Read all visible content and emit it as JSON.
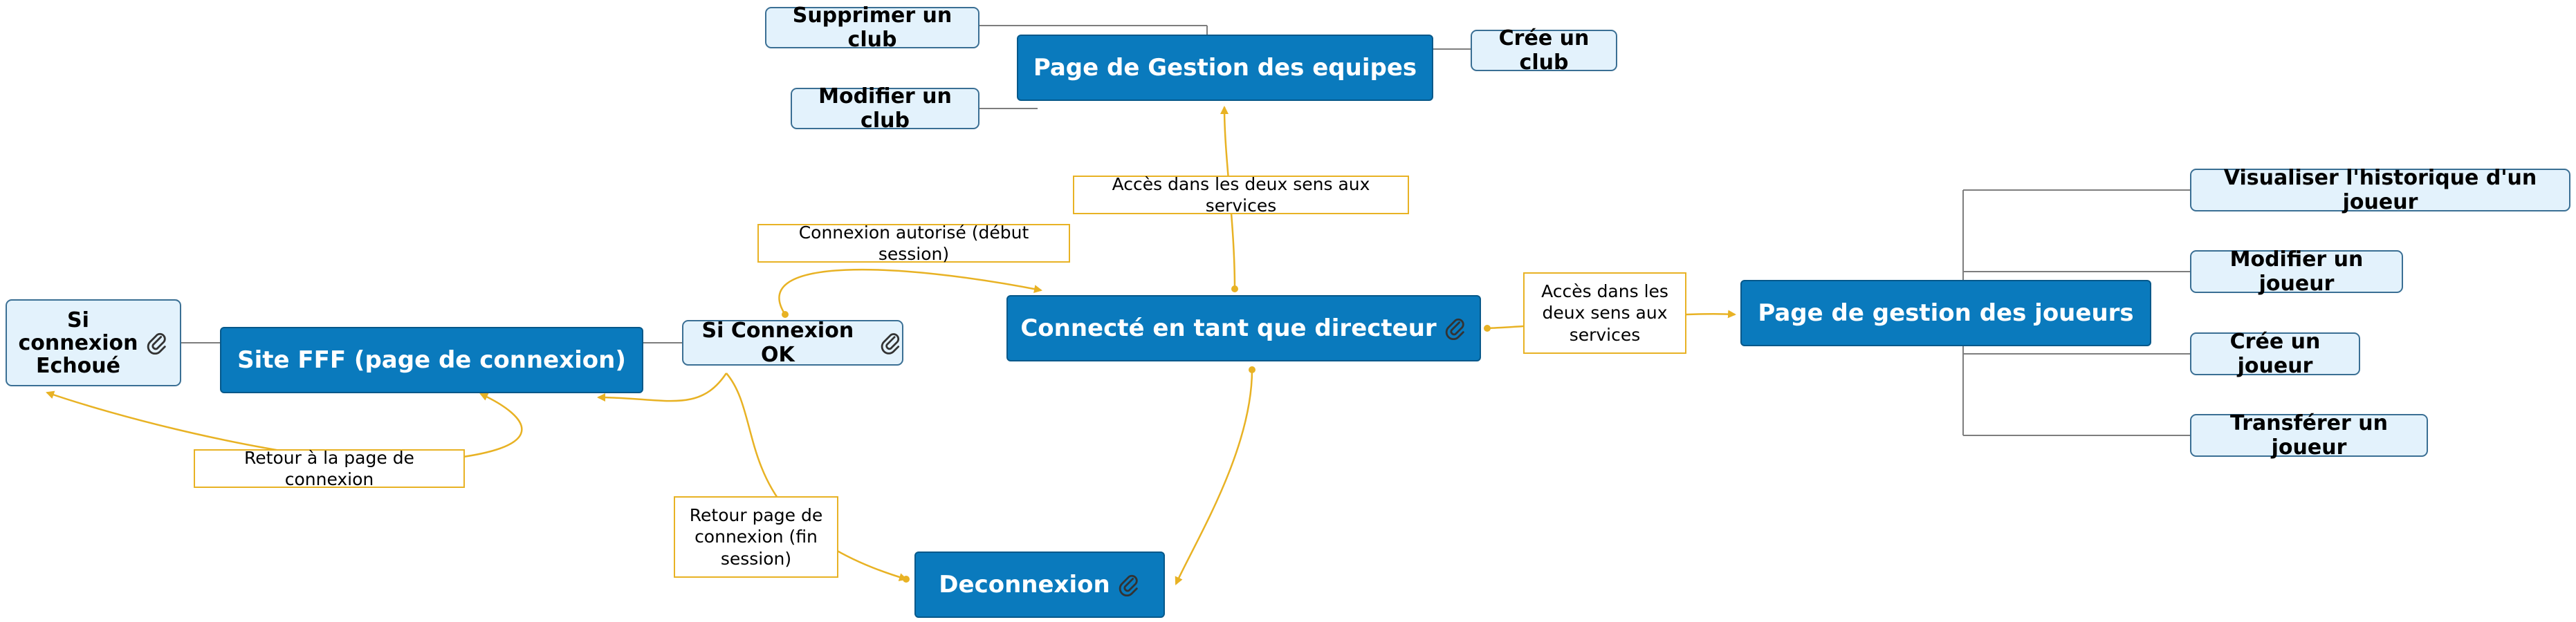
{
  "colors": {
    "main": "#0a7abd",
    "sub": "#e3f2fc",
    "connector": "#e8b224",
    "tree_line": "#7d7d7d"
  },
  "nodes": {
    "site_fff": "Site FFF (page de connexion)",
    "si_echoue": "Si\nconnexion\nEchoué",
    "si_ok": "Si Connexion OK",
    "directeur": "Connecté en tant que directeur",
    "gestion_equipes": "Page de Gestion des equipes",
    "supprimer_club": "Supprimer un club",
    "modifier_club": "Modifier un club",
    "cree_club": "Crée un club",
    "gestion_joueurs": "Page de gestion des joueurs",
    "visualiser_historique": "Visualiser l'historique d'un joueur",
    "modifier_joueur": "Modifier un joueur",
    "cree_joueur": "Crée un joueur",
    "transferer_joueur": "Transférer un joueur",
    "deconnexion": "Deconnexion"
  },
  "labels": {
    "connexion_autorise": "Connexion autorisé (début session)",
    "acces_equipes": "Accès dans les deux sens aux services",
    "acces_joueurs": "Accès dans les\ndeux sens aux\nservices",
    "retour_page_connexion": "Retour à la page de connexion",
    "retour_fin_session": "Retour page de\nconnexion (fin\nsession)"
  },
  "icons": [
    "paperclip-icon"
  ]
}
